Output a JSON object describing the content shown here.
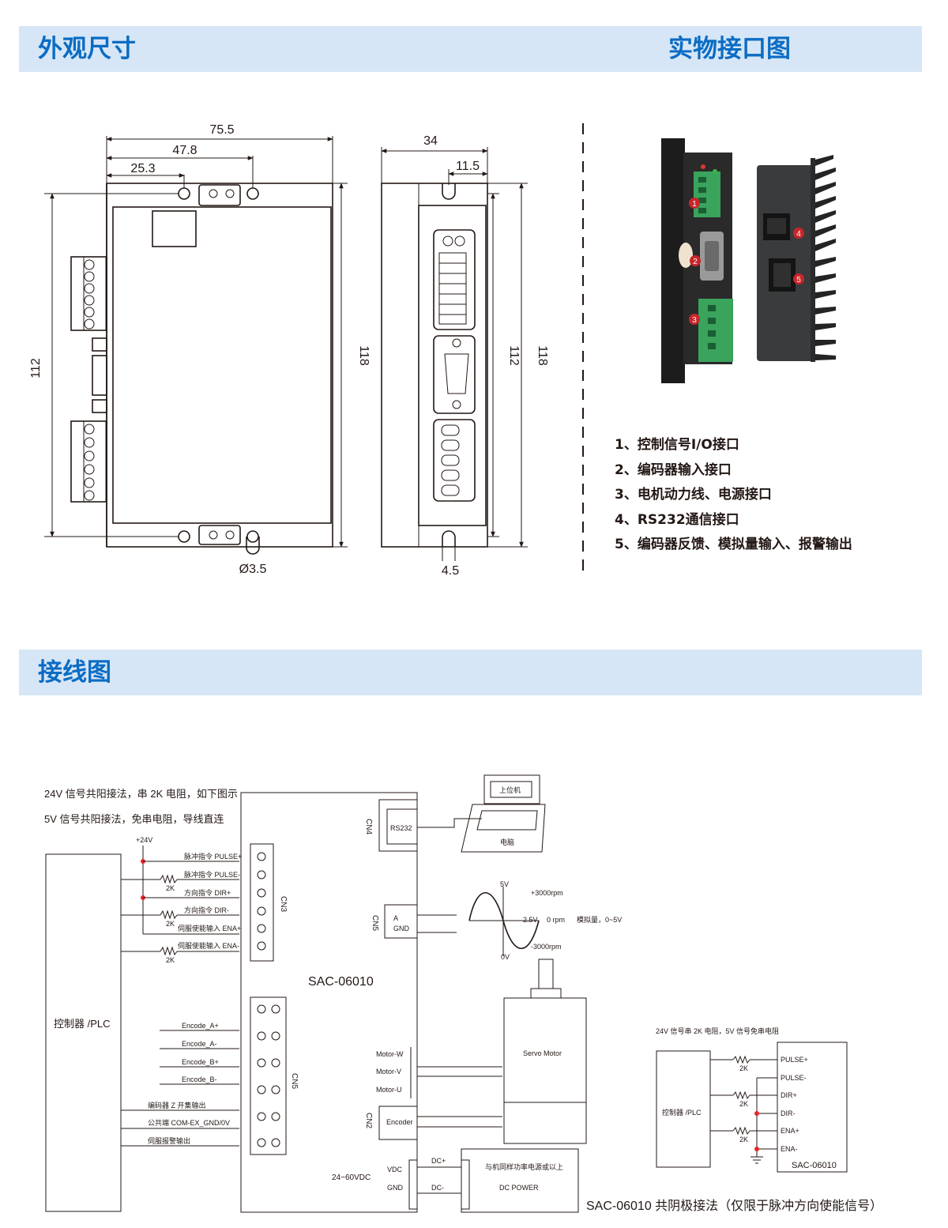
{
  "sections": {
    "dimensions_title": "外观尺寸",
    "photo_title": "实物接口图",
    "wiring_title": "接线图"
  },
  "dimensions": {
    "front_width": "75.5",
    "front_hole_spacing": "47.8",
    "front_hole_offset": "25.3",
    "front_height_inner": "112",
    "front_height_outer": "118",
    "hole_diameter": "Ø3.5",
    "side_depth": "34",
    "side_slot_offset": "11.5",
    "side_height_inner": "112",
    "side_height_outer": "118",
    "slot_width": "4.5"
  },
  "interfaces": [
    "1、控制信号I/O接口",
    "2、编码器输入接口",
    "3、电机动力线、电源接口",
    "4、RS232通信接口",
    "5、编码器反馈、模拟量输入、报警输出"
  ],
  "photo_markers": [
    "1",
    "2",
    "3",
    "4",
    "5"
  ],
  "wiring": {
    "note1": "24V 信号共阳接法，串 2K 电阻，如下图示",
    "note2": "5V 信号共阳接法，免串电阻，导线直连",
    "controller": "控制器 /PLC",
    "v24": "+24V",
    "r2k": "2K",
    "cn3_signals": [
      "脉冲指令 PULSE+",
      "脉冲指令 PULSE-",
      "方向指令 DIR+",
      "方向指令 DIR-",
      "伺服使能输入 ENA+",
      "伺服使能输入 ENA-"
    ],
    "cn3": "CN3",
    "cn5_signals": [
      "Encode_A+",
      "Encode_A-",
      "Encode_B+",
      "Encode_B-",
      "编码器 Z 开集输出",
      "公共端 COM-EX_GND/0V",
      "伺服报警输出"
    ],
    "cn5": "CN5",
    "model": "SAC-06010",
    "cn4": "CN4",
    "rs232": "RS232",
    "pc_top": "上位机",
    "pc": "电脑",
    "analog_a": "A",
    "analog_gnd": "GND",
    "v5": "5V",
    "v25": "2.5V",
    "v0": "0V",
    "rpm_pos": "+3000rpm",
    "rpm_zero": "0 rpm",
    "rpm_neg": "-3000rpm",
    "analog_note": "模拟量，0~5V",
    "motor_w": "Motor-W",
    "motor_v": "Motor-V",
    "motor_u": "Motor-U",
    "servo_motor": "Servo Motor",
    "cn2": "CN2",
    "encoder": "Encoder",
    "vdc": "VDC",
    "gnd": "GND",
    "dc_plus": "DC+",
    "dc_minus": "DC-",
    "vdc_range": "24~60VDC",
    "power_note": "与机同样功率电源或以上",
    "dc_power": "DC POWER"
  },
  "inset": {
    "note": "24V 信号串 2K 电阻，5V 信号免串电阻",
    "controller": "控制器 /PLC",
    "signals": [
      "PULSE+",
      "PULSE-",
      "DIR+",
      "DIR-",
      "ENA+",
      "ENA-"
    ],
    "r2k": "2K",
    "model": "SAC-06010",
    "caption": "SAC-06010 共阴极接法（仅限于脉冲方向使能信号）"
  }
}
